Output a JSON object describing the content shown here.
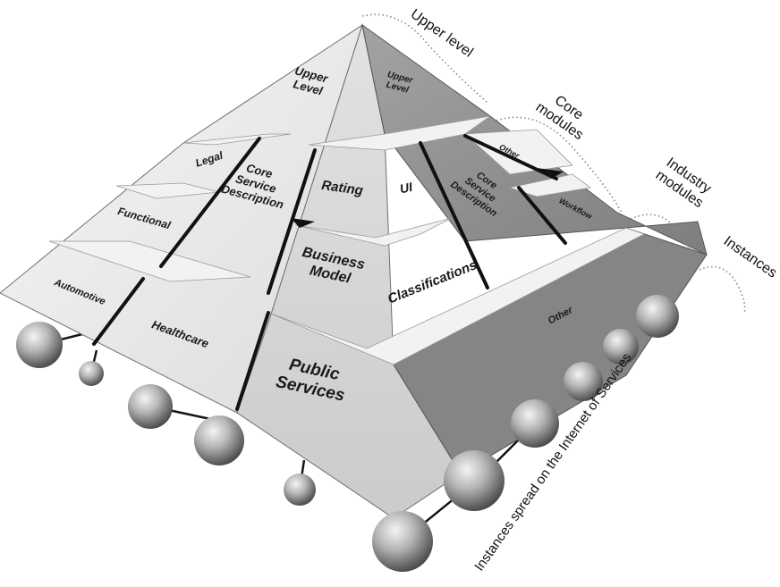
{
  "diagram": {
    "faces": {
      "apex_left": "Upper\nLevel",
      "apex_right": "Upper\nLevel",
      "left": {
        "legal": "Legal",
        "core_service_description": "Core\nService\nDescription",
        "functional": "Functional",
        "automotive": "Automotive",
        "healthcare": "Healthcare"
      },
      "front": {
        "rating": "Rating",
        "business_model": "Business\nModel",
        "public_services": "Public\nServices"
      },
      "right": {
        "ui": "UI",
        "core_service_description": "Core\nService\nDescription",
        "other_top": "Other",
        "workflow": "Workflow",
        "classifications": "Classifications",
        "other_bottom": "Other"
      }
    },
    "annotations": {
      "upper_level": "Upper level",
      "core_modules": "Core\nmodules",
      "industry_modules": "Industry\nmodules",
      "instances": "Instances",
      "instances_spread": "Instances spread on the Internet of Services"
    },
    "colors": {
      "left_face": "#e9e9e9",
      "right_face": "#8f8f8f",
      "front_face": "#d4d4d4",
      "sphere": "#9a9a9a"
    }
  }
}
